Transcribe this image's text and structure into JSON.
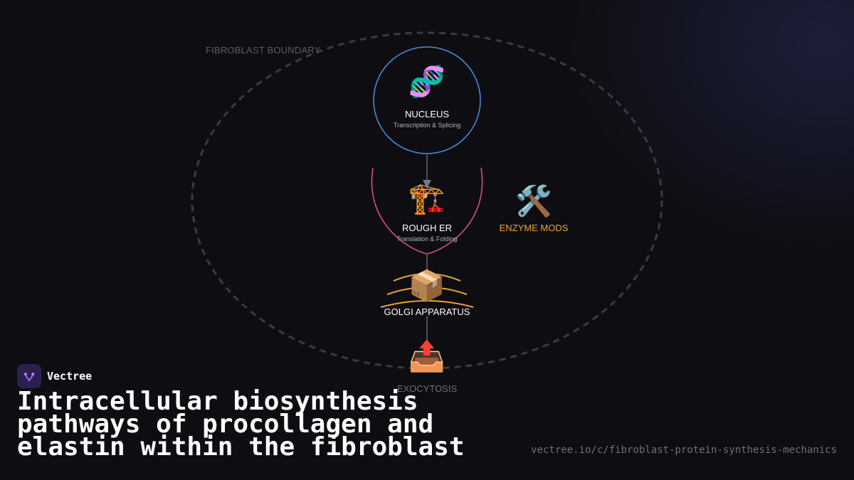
{
  "diagram": {
    "boundary_label": "FIBROBLAST BOUNDARY",
    "nodes": {
      "nucleus": {
        "title": "NUCLEUS",
        "subtitle": "Transcription & Splicing",
        "icon": "dna-icon",
        "glyph": "🧬"
      },
      "rough_er": {
        "title": "ROUGH ER",
        "subtitle": "Translation & Folding",
        "icon": "crane-icon",
        "glyph": "🏗️"
      },
      "enzyme": {
        "title": "ENZYME MODS",
        "icon": "tools-icon",
        "glyph": "🛠️"
      },
      "golgi": {
        "title": "GOLGI APPARATUS",
        "icon": "package-icon",
        "glyph": "📦"
      },
      "exocytosis": {
        "title": "EXOCYTOSIS",
        "icon": "outbox-tray-icon",
        "glyph": "📤"
      }
    },
    "colors": {
      "nucleus": "#4a8fe0",
      "rough_er": "#d44d87",
      "enzyme": "#e8a33a",
      "golgi": "#e8a33a",
      "boundary": "#3a3a40"
    }
  },
  "brand": {
    "name": "Vectree",
    "icon": "vectree-logo-icon"
  },
  "title": "Intracellular biosynthesis pathways of procollagen and elastin within the fibroblast",
  "url": "vectree.io/c/fibroblast-protein-synthesis-mechanics"
}
